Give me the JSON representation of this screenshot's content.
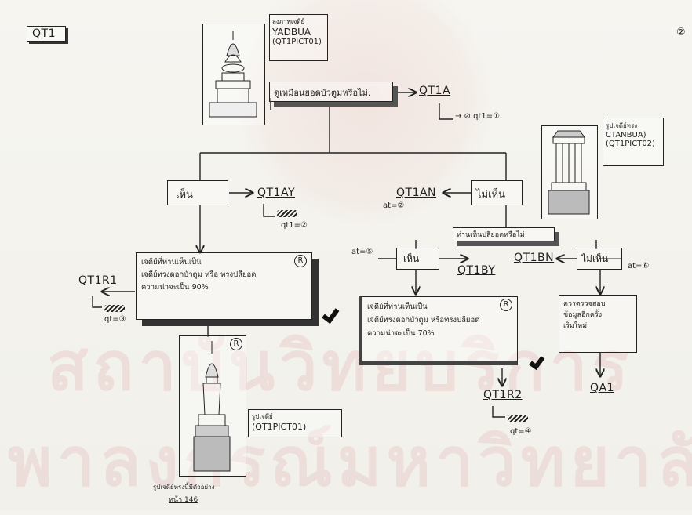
{
  "page": {
    "tag": "QT1",
    "page_marker": "②"
  },
  "watermark": {
    "line1": "สถาบันวิทยบริการ",
    "line2": "พาลงกรณ์มหาวิทยาลัย"
  },
  "nodes": {
    "picture1_note1": "ลงภาพเจดีย์",
    "picture1_name": "YADBUA",
    "picture1_code": "(QT1PICT01)",
    "question": "ดูเหมือนยอดบัวตูมหรือไม่.",
    "qt1a": "QT1A",
    "qt1a_next": "→ ⊘ qt1=①",
    "yes_top": "เห็น",
    "qt1ay": "QT1AY",
    "qt1ay_next": "qt1=②",
    "no_top": "ไม่เห็น",
    "qt1an": "QT1AN",
    "qt1an_next": "at=②",
    "picture2_note": "รูปเจดีย์ทรง",
    "picture2_name": "CTANBUA)",
    "picture2_code": "(QT1PICT02)",
    "question2": "ท่านเห็นปลียอดหรือไม่",
    "yes2": "เห็น",
    "qt1by": "QT1BY",
    "yes2_left_next": "at=⑤",
    "no2": "ไม่เห็น",
    "qt1bn": "QT1BN",
    "no2_next": "at=⑥",
    "r1_line1": "เจดีย์ที่ท่านเห็นเป็น",
    "r1_line2": "เจดีย์ทรงดอกบัวตูม หรือ ทรงปลียอด",
    "r1_line3": "ความน่าจะเป็น 90%",
    "r1_tag": "R",
    "qt1r1": "QT1R1",
    "qt1r1_next": "qt=③",
    "r2_line1": "เจดีย์ที่ท่านเห็นเป็น",
    "r2_line2": "เจดีย์ทรงดอกบัวตูม หรือทรงปลียอด",
    "r2_line3": "ความน่าจะเป็น 70%",
    "r2_tag": "R",
    "qt1r2": "QT1R2",
    "qt1r2_next": "qt=④",
    "unsure_line1": "ควรตรวจสอบ",
    "unsure_line2": "ข้อมูลอีกครั้ง",
    "unsure_line3": "เริ่มใหม่",
    "qa1": "QA1",
    "picture3_tag": "R",
    "picture3_note": "รูปเจดีย์",
    "picture3_code": "(QT1PICT01)",
    "bottom_note1": "รูปเจดีย์ทรงนี้มีตัวอย่าง",
    "bottom_note2": "หน้า 146"
  },
  "colors": {
    "ink": "#222222",
    "paper": "#f4f3ee",
    "watermark": "#c83c46"
  },
  "icons": [
    "stupa-lotus-icon",
    "stupa-square-icon",
    "stupa-bell-icon",
    "check-mark-icon"
  ]
}
